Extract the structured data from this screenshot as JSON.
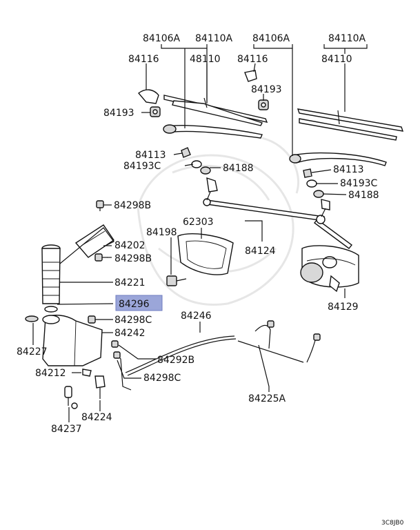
{
  "labels": {
    "l84106A_1": "84106A",
    "l84110A_1": "84110A",
    "l84106A_2": "84106A",
    "l84110A_2": "84110A",
    "l84116_1": "84116",
    "l48110": "48110",
    "l84116_2": "84116",
    "l84110": "84110",
    "l84193_1": "84193",
    "l84193_2": "84193",
    "l84113_1": "84113",
    "l84193C_1": "84193C",
    "l84188_1": "84188",
    "l84113_2": "84113",
    "l84193C_2": "84193C",
    "l84188_2": "84188",
    "l84298B_1": "84298B",
    "l62303": "62303",
    "l84198": "84198",
    "l84202": "84202",
    "l84298B_2": "84298B",
    "l84124": "84124",
    "l84221": "84221",
    "l84296": "84296",
    "l84129": "84129",
    "l84298C_1": "84298C",
    "l84246": "84246",
    "l84242": "84242",
    "l84227": "84227",
    "l84292B": "84292B",
    "l84212": "84212",
    "l84298C_2": "84298C",
    "l84225A": "84225A",
    "l84224": "84224",
    "l84237": "84237"
  },
  "highlight": {
    "part": "84296",
    "color": "#9ba6d9"
  },
  "diagram_code": "3C8JB0"
}
